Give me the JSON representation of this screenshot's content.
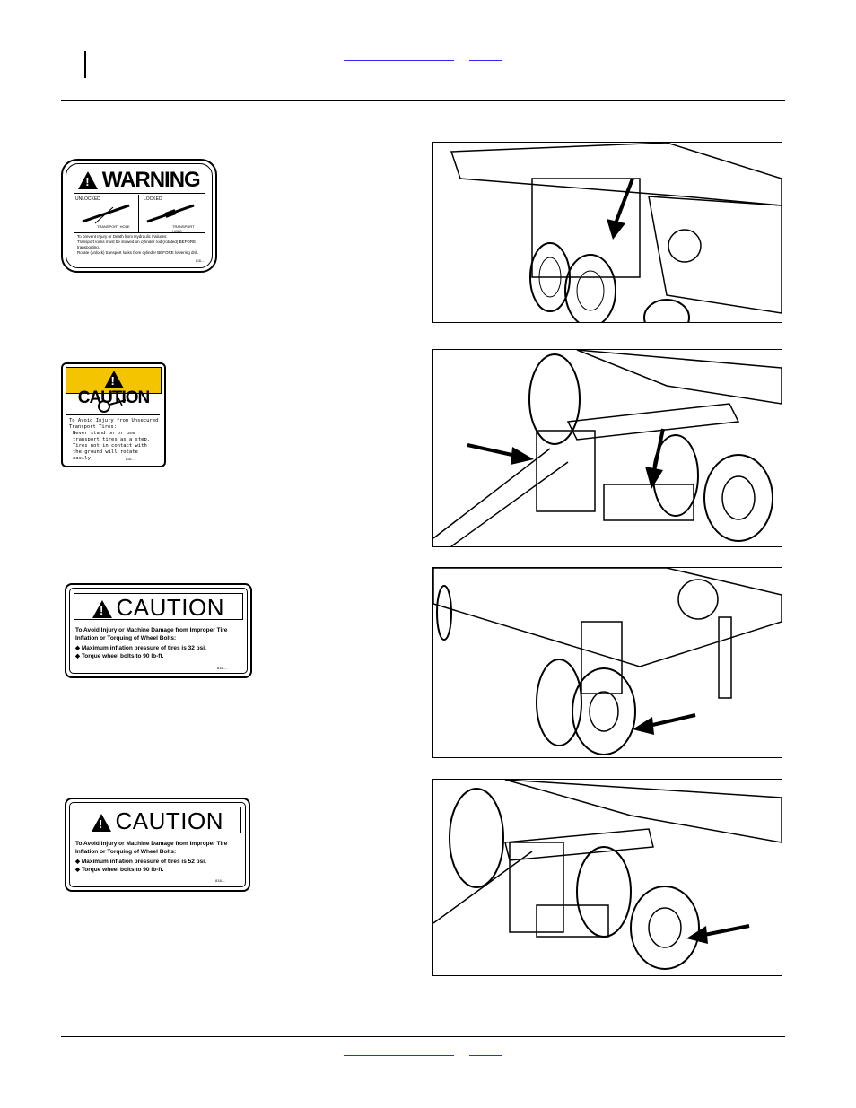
{
  "decals": {
    "warning": {
      "heading": "WARNING",
      "left_label": "UNLOCKED",
      "right_label": "LOCKED",
      "left_caption": "TRANSPORT HOLE",
      "right_caption": "TRANSPORT HOLE",
      "intro": "To prevent Injury or Death from Hydraulic Failures:",
      "bullet1": "Transport locks must be stowed on cylinder rod (rotated) BEFORE transporting.",
      "bullet2": "Rotate (unlock) transport locks from cylinder BEFORE lowering drill.",
      "code": "818-..."
    },
    "caution_tires": {
      "heading": "CAUTION",
      "intro": "To Avoid Injury from Unsecured Transport Tires:",
      "line1": "Never stand on or use transport tires as a step.",
      "line2": "Tires not in contact with the ground will rotate easily.",
      "code": "818-..."
    },
    "caution_wheel1": {
      "heading": "CAUTION",
      "intro": "To Avoid Injury or Machine Damage from Improper Tire Inflation or Torquing of Wheel Bolts:",
      "bullet1": "Maximum inflation pressure of tires is 32 psi.",
      "bullet2": "Torque wheel bolts to 90 lb-ft.",
      "code": "818-..."
    },
    "caution_wheel2": {
      "heading": "CAUTION",
      "intro": "To Avoid Injury or Machine Damage from Improper Tire Inflation or Torquing of Wheel Bolts:",
      "bullet1": "Maximum inflation pressure of tires is 52 psi.",
      "bullet2": "Torque wheel bolts to 90 lb-ft.",
      "code": "818-..."
    }
  },
  "colors": {
    "caution_yellow": "#f5c400",
    "link_blue": "#2a2aff"
  }
}
